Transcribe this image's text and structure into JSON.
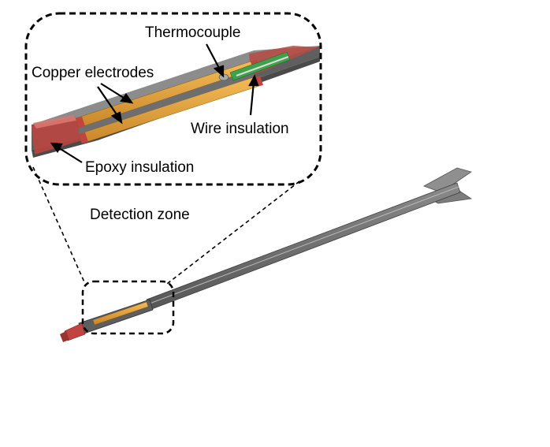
{
  "labels": {
    "thermocouple": "Thermocouple",
    "copper_electrodes": "Copper electrodes",
    "wire_insulation": "Wire insulation",
    "epoxy_insulation": "Epoxy insulation",
    "detection_zone": "Detection zone"
  },
  "colors": {
    "copper": "#e8a33a",
    "probe_body": "#6b6b6b",
    "epoxy": "#c0443f",
    "wire_insulation": "#3ea24c",
    "fin": "#8a8a8a",
    "outline": "#000000"
  }
}
